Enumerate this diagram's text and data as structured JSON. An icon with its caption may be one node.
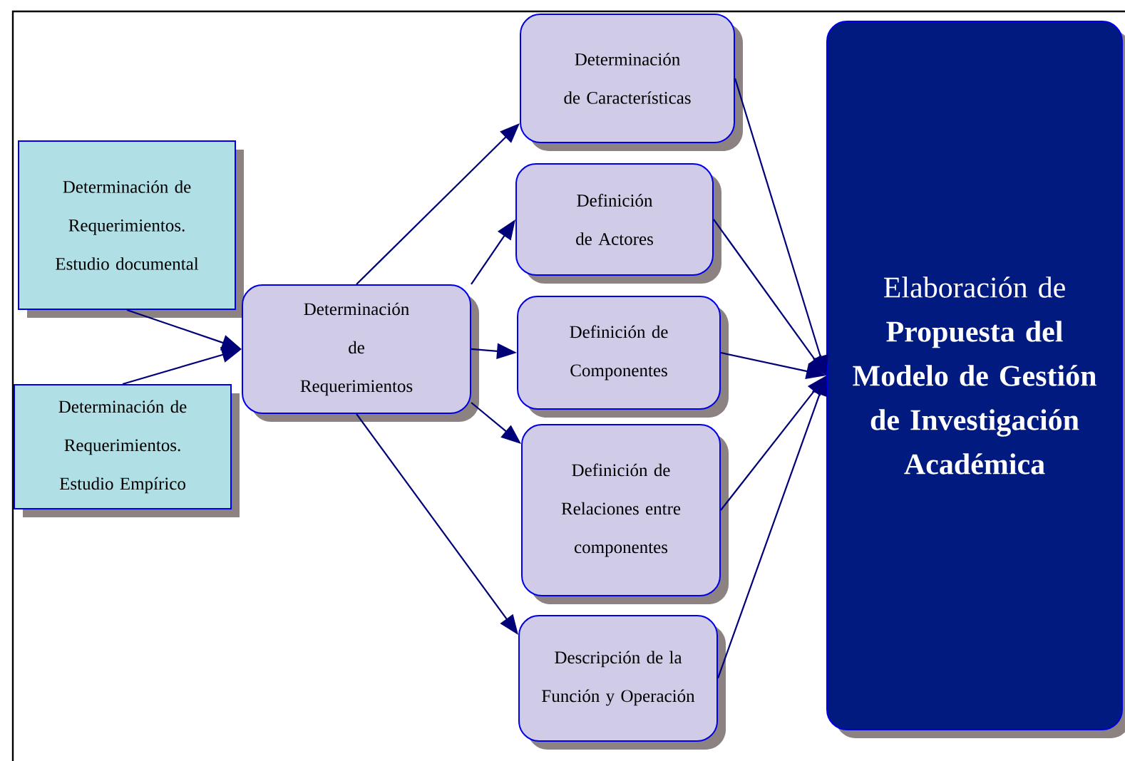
{
  "diagram": {
    "nodes": [
      {
        "text": [
          "Determinación de Requerimientos. Estudio documental"
        ]
      },
      {
        "text": [
          "Determinación de Requerimientos. Estudio Empírico"
        ]
      },
      {
        "text": [
          "Determinación de Requerimientos"
        ]
      },
      {
        "text": [
          "Determinación de Características"
        ]
      },
      {
        "text": [
          "Definición de Actores"
        ]
      },
      {
        "text": [
          "Definición de Componentes"
        ]
      },
      {
        "text": [
          "Definición de Relaciones entre componentes"
        ]
      },
      {
        "text": [
          "Descripción de la Función y Operación"
        ]
      },
      {
        "text": [
          "Elaboración de **Propuesta del Modelo de Gestión de Investigación Académica**"
        ]
      }
    ],
    "edges": [
      {
        "from": 0,
        "to": 2,
        "arrow": "to"
      },
      {
        "from": 1,
        "to": 2,
        "arrow": "to"
      },
      {
        "from": 2,
        "to": 3,
        "arrow": "to"
      },
      {
        "from": 2,
        "to": 4,
        "arrow": "to"
      },
      {
        "from": 2,
        "to": 5,
        "arrow": "to"
      },
      {
        "from": 2,
        "to": 6,
        "arrow": "to"
      },
      {
        "from": 2,
        "to": 7,
        "arrow": "to"
      },
      {
        "from": 3,
        "to": 8,
        "arrow": "to"
      },
      {
        "from": 4,
        "to": 8,
        "arrow": "to"
      },
      {
        "from": 5,
        "to": 8,
        "arrow": "to"
      },
      {
        "from": 6,
        "to": 8,
        "arrow": "to"
      },
      {
        "from": 7,
        "to": 8,
        "arrow": "to"
      }
    ]
  }
}
